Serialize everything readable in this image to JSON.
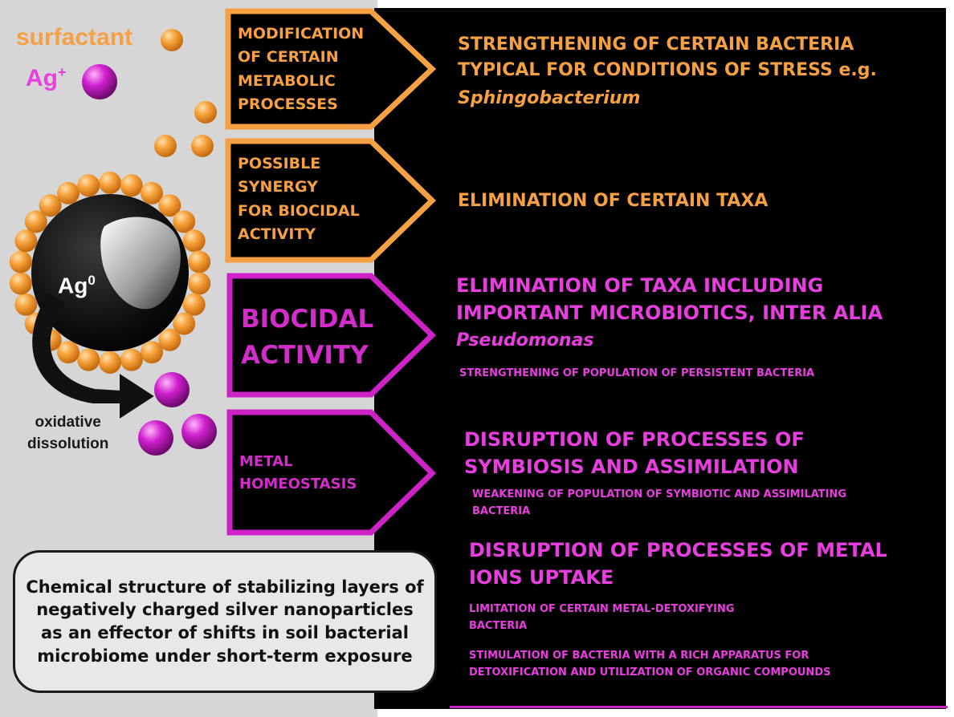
{
  "colors": {
    "orange": "#f5a043",
    "magenta": "#e83ee0",
    "left_panel": "#d6d6d6",
    "right_panel": "#000000",
    "particle_core": "#111111"
  },
  "legend": {
    "surfactant_label": "surfactant",
    "ag_label": "Ag",
    "ag_superscript": "+"
  },
  "particle": {
    "core_label": "Ag",
    "core_superscript": "0",
    "arrow_caption": "oxidative\ndissolution"
  },
  "boxes": [
    {
      "label": "MODIFICATION\nOF CERTAIN\nMETABOLIC\nPROCESSES",
      "color": "orange"
    },
    {
      "label": "POSSIBLE\nSYNERGY\nFOR BIOCIDAL\nACTIVITY",
      "color": "orange"
    },
    {
      "label": "BIOCIDAL\nACTIVITY",
      "color": "magenta"
    },
    {
      "label": "METAL\nHOMEOSTASIS",
      "color": "magenta"
    }
  ],
  "effects": {
    "e1_main": "STRENGTHENING OF CERTAIN BACTERIA\nTYPICAL FOR CONDITIONS OF STRESS e.g.",
    "e1_italic": "Sphingobacterium",
    "e2_main": "ELIMINATION OF CERTAIN TAXA",
    "e3_main": "ELIMINATION OF TAXA INCLUDING\nIMPORTANT MICROBIOTICS, INTER ALIA",
    "e3_italic": "Pseudomonas",
    "e3_sub": "STRENGTHENING OF POPULATION OF PERSISTENT BACTERIA",
    "e4_main": "DISRUPTION OF PROCESSES OF\nSYMBIOSIS  AND ASSIMILATION",
    "e4_sub": "WEAKENING OF POPULATION OF SYMBIOTIC AND ASSIMILATING\nBACTERIA",
    "e5_main": "DISRUPTION OF PROCESSES OF METAL\nIONS UPTAKE",
    "e5_sub1": "LIMITATION OF CERTAIN METAL-DETOXIFYING\nBACTERIA",
    "e5_sub2": "STIMULATION OF BACTERIA WITH A RICH  APPARATUS FOR\nDETOXIFICATION AND UTILIZATION OF ORGANIC COMPOUNDS"
  },
  "summary": {
    "text": "Chemical structure of stabilizing layers of\nnegatively charged silver nanoparticles\nas an effector of shifts in soil bacterial\nmicrobiome under short-term exposure"
  }
}
